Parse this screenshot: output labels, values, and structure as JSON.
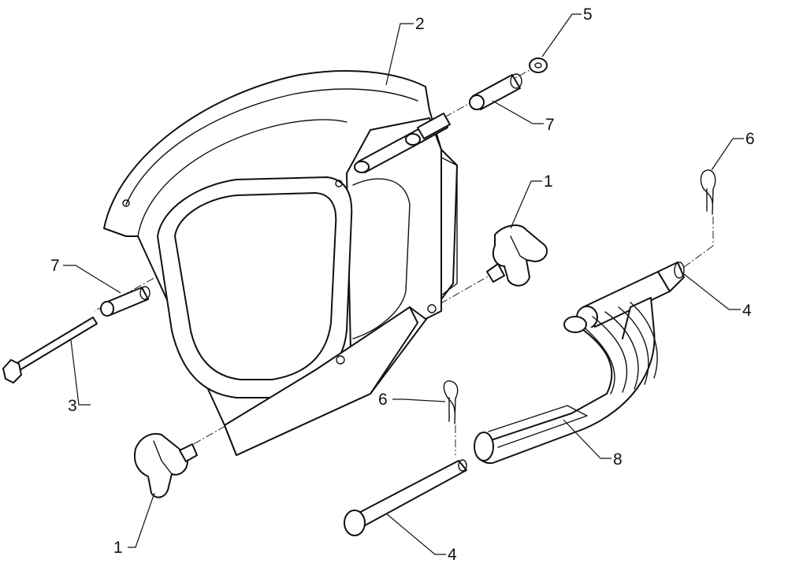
{
  "callouts": {
    "c1_top": "1",
    "c1_bottom": "1",
    "c2": "2",
    "c3": "3",
    "c4_right": "4",
    "c4_bottom": "4",
    "c5": "5",
    "c6_right": "6",
    "c6_mid": "6",
    "c7_top": "7",
    "c7_left": "7",
    "c8": "8"
  },
  "colors": {
    "line": "#111111",
    "background": "#ffffff"
  }
}
